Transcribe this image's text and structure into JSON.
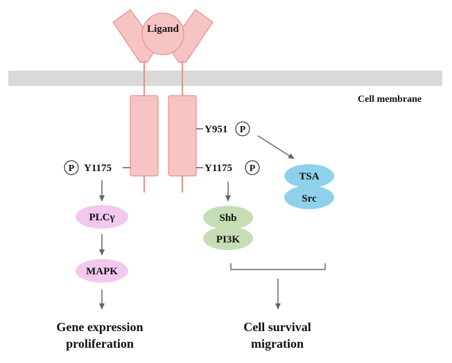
{
  "membrane": {
    "label": "Cell membrane"
  },
  "ligand": {
    "label": "Ligand"
  },
  "phospho": {
    "symbol": "P"
  },
  "sites": {
    "left_y1175": "Y1175",
    "right_y951": "Y951",
    "right_y1175": "Y1175"
  },
  "nodes": {
    "plcg": "PLCγ",
    "mapk": "MAPK",
    "shb": "Shb",
    "pi3k": "PI3K",
    "tsa": "TSA",
    "src": "Src"
  },
  "outcomes": {
    "left_line1": "Gene expression",
    "left_line2": "proliferation",
    "right_line1": "Cell survival",
    "right_line2": "migration"
  },
  "colors": {
    "receptor": "#f7c4c4",
    "receptor_edge": "#e58f8f",
    "membrane": "#d9d9d9",
    "plc_mapk": "#f2c8ef",
    "shb_pi3k": "#c5deb5",
    "tsa_src": "#8fd1ea",
    "arrow": "#666666"
  }
}
